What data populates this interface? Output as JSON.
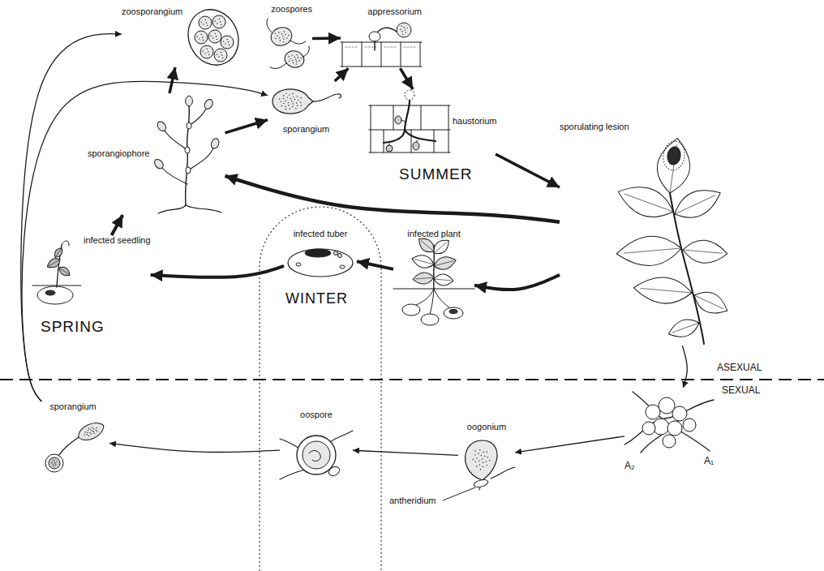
{
  "diagram": {
    "nodes": [
      {
        "text": [
          "zoospores"
        ]
      },
      {
        "text": [
          "zoosporangium"
        ]
      },
      {
        "text": [
          "appressorium"
        ]
      },
      {
        "text": [
          "haustorium"
        ]
      },
      {
        "text": [
          "sporangium"
        ]
      },
      {
        "text": [
          "sporangiophore"
        ]
      },
      {
        "text": [
          "sporulating lesion"
        ]
      },
      {
        "text": [
          "infected seedling"
        ]
      },
      {
        "text": [
          "infected tuber"
        ]
      },
      {
        "text": [
          "infected plant"
        ]
      },
      {
        "text": [
          "sporangium"
        ]
      },
      {
        "text": [
          "oospore"
        ]
      },
      {
        "text": [
          "oogonium"
        ]
      },
      {
        "text": [
          "A₁",
          "A₂"
        ]
      }
    ],
    "edges": [
      {
        "from": 5,
        "to": 1,
        "arrow": "to"
      },
      {
        "from": 5,
        "to": 4,
        "arrow": "to"
      },
      {
        "from": 0,
        "to": 2,
        "arrow": "to"
      },
      {
        "from": 4,
        "to": 2,
        "arrow": "to"
      },
      {
        "from": 2,
        "to": 3,
        "arrow": "to"
      },
      {
        "from": 3,
        "to": 6,
        "arrow": "to"
      },
      {
        "from": 6,
        "to": 5,
        "arrow": "to"
      },
      {
        "from": 6,
        "to": 9,
        "arrow": "to"
      },
      {
        "from": 9,
        "to": 8,
        "arrow": "to"
      },
      {
        "from": 8,
        "to": 7,
        "arrow": "to"
      },
      {
        "from": 7,
        "to": 5,
        "arrow": "to"
      },
      {
        "from": 6,
        "to": 13,
        "arrow": "to"
      },
      {
        "from": 13,
        "to": 12,
        "arrow": "to"
      },
      {
        "from": 12,
        "to": 11,
        "arrow": "to"
      },
      {
        "from": 11,
        "to": 10,
        "arrow": "to"
      },
      {
        "from": 10,
        "to": 1,
        "arrow": "to"
      },
      {
        "from": 10,
        "to": 4,
        "arrow": "to"
      }
    ],
    "labels": [
      "SUMMER",
      "SPRING",
      "WINTER",
      "ASEXUAL",
      "SEXUAL",
      "antheridium"
    ]
  }
}
